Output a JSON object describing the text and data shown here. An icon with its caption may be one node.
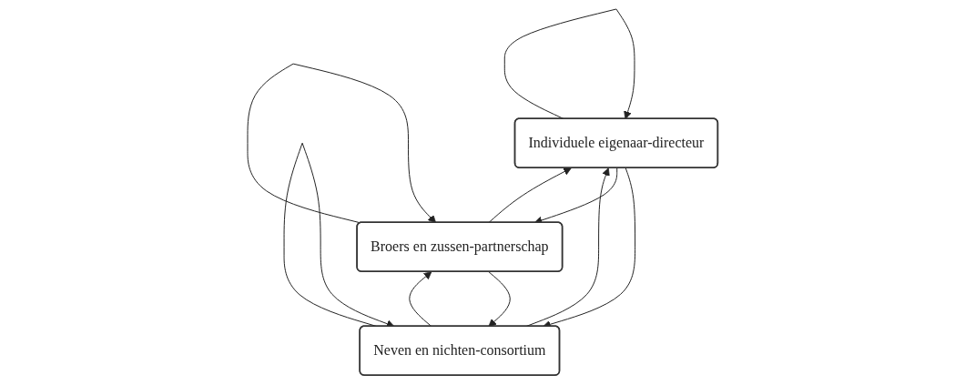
{
  "diagram": {
    "nodes": [
      {
        "text": [
          "Neven en nichten-consortium"
        ]
      },
      {
        "text": [
          "Broers en zussen-partnerschap"
        ]
      },
      {
        "text": [
          "Individuele eigenaar-directeur"
        ]
      }
    ],
    "edges": [
      {
        "from": 0,
        "to": 0,
        "arrow": "to"
      },
      {
        "from": 1,
        "to": 1,
        "arrow": "to"
      },
      {
        "from": 2,
        "to": 2,
        "arrow": "to"
      },
      {
        "from": 2,
        "to": 1,
        "arrow": "to"
      },
      {
        "from": 2,
        "to": 0,
        "arrow": "to"
      },
      {
        "from": 1,
        "to": 0,
        "arrow": "to"
      },
      {
        "from": 0,
        "to": 1,
        "arrow": "to"
      },
      {
        "from": 1,
        "to": 2,
        "arrow": "to"
      },
      {
        "from": 0,
        "to": 2,
        "arrow": "to"
      }
    ]
  }
}
